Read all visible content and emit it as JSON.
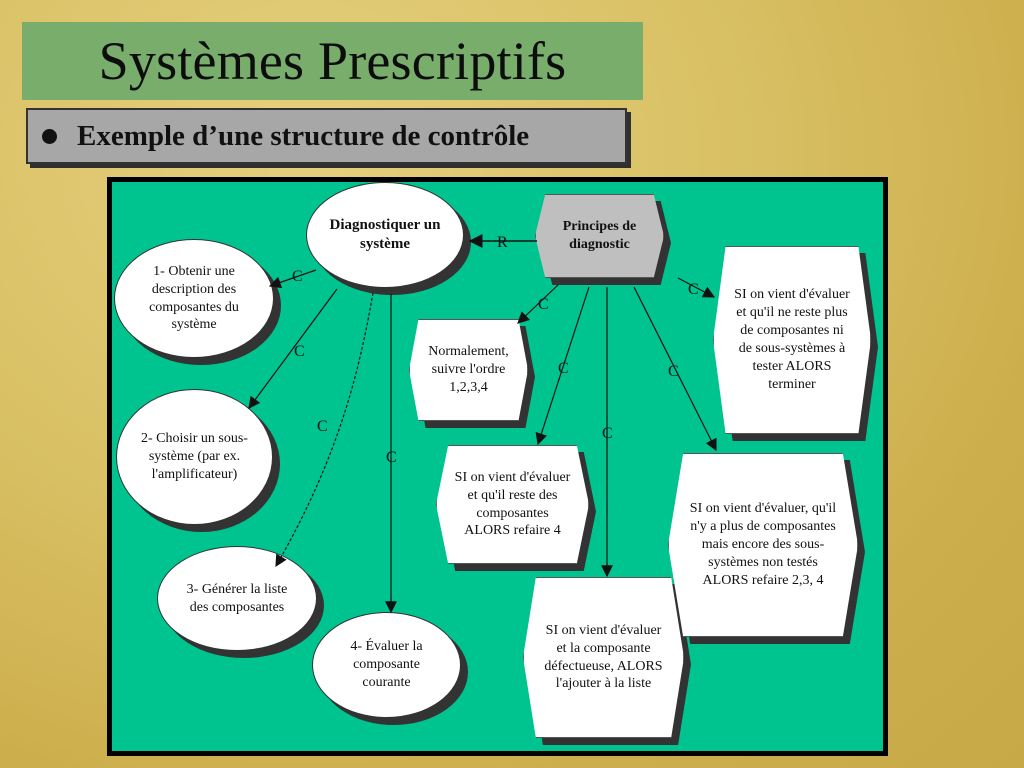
{
  "title": "Systèmes Prescriptifs",
  "subtitle": "Exemple d’une structure de contrôle",
  "nodes": {
    "diagnostiquer": "Diagnostiquer un système",
    "principes": "Principes de diagnostic",
    "obtenir": "1- Obtenir une description des composantes du système",
    "choisir": "2- Choisir un sous-système (par ex. l'amplificateur)",
    "generer": "3- Générer la liste des composantes",
    "evaluer": "4- Évaluer la composante courante",
    "normalement": "Normalement, suivre l'ordre 1,2,3,4",
    "si_reste": "SI on vient d'évaluer et qu'il reste des composantes ALORS refaire 4",
    "si_defectueuse": "SI on vient d'évaluer et la composante défectueuse, ALORS l'ajouter à la liste",
    "si_plus": "SI on vient d'évaluer, qu'il n'y a plus de composantes mais encore des sous-systèmes non testés ALORS refaire 2,3, 4",
    "si_terminer": "SI on vient d'évaluer et qu'il ne reste plus de composantes ni de sous-systèmes à tester ALORS terminer"
  },
  "labels": {
    "r": "R",
    "c": "C"
  }
}
